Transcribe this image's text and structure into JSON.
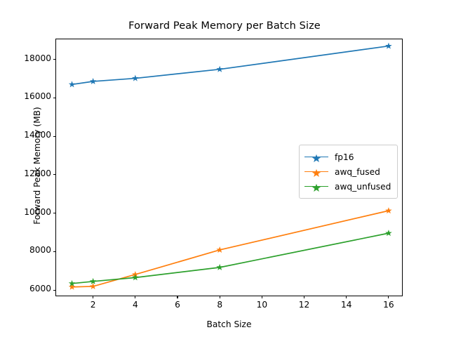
{
  "chart_data": {
    "type": "line",
    "title": "Forward Peak Memory per Batch Size",
    "xlabel": "Batch Size",
    "ylabel": "Forward Peak Memory (MB)",
    "x": [
      1,
      2,
      4,
      8,
      16
    ],
    "xlim": [
      0.25,
      16.7
    ],
    "ylim": [
      5640,
      19050
    ],
    "xticks": [
      2,
      4,
      6,
      8,
      10,
      12,
      14,
      16
    ],
    "xticklabels": [
      "2",
      "4",
      "6",
      "8",
      "10",
      "12",
      "14",
      "16"
    ],
    "yticks": [
      6000,
      8000,
      10000,
      12000,
      14000,
      16000,
      18000
    ],
    "yticklabels": [
      "6000",
      "8000",
      "10000",
      "12000",
      "14000",
      "16000",
      "18000"
    ],
    "grid": false,
    "legend_position": "center right",
    "marker": "star",
    "series": [
      {
        "name": "fp16",
        "color": "#1f77b4",
        "values": [
          16700,
          16860,
          17020,
          17490,
          18700
        ]
      },
      {
        "name": "awq_fused",
        "color": "#ff7f0e",
        "values": [
          6160,
          6190,
          6810,
          8090,
          10130
        ]
      },
      {
        "name": "awq_unfused",
        "color": "#2ca02c",
        "values": [
          6340,
          6450,
          6650,
          7180,
          8960
        ]
      }
    ]
  },
  "figure": {
    "background_color": "#ffffff",
    "axis_color": "#000000"
  }
}
